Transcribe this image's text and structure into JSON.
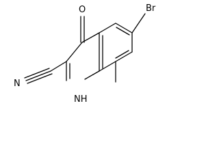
{
  "molecule": {
    "atom_labels": {
      "bromine": "Br",
      "oxygen": "O",
      "nitrile_nitrogen": "N",
      "ring_nh": "NH",
      "ring_nh_hydrogen": "H"
    }
  }
}
